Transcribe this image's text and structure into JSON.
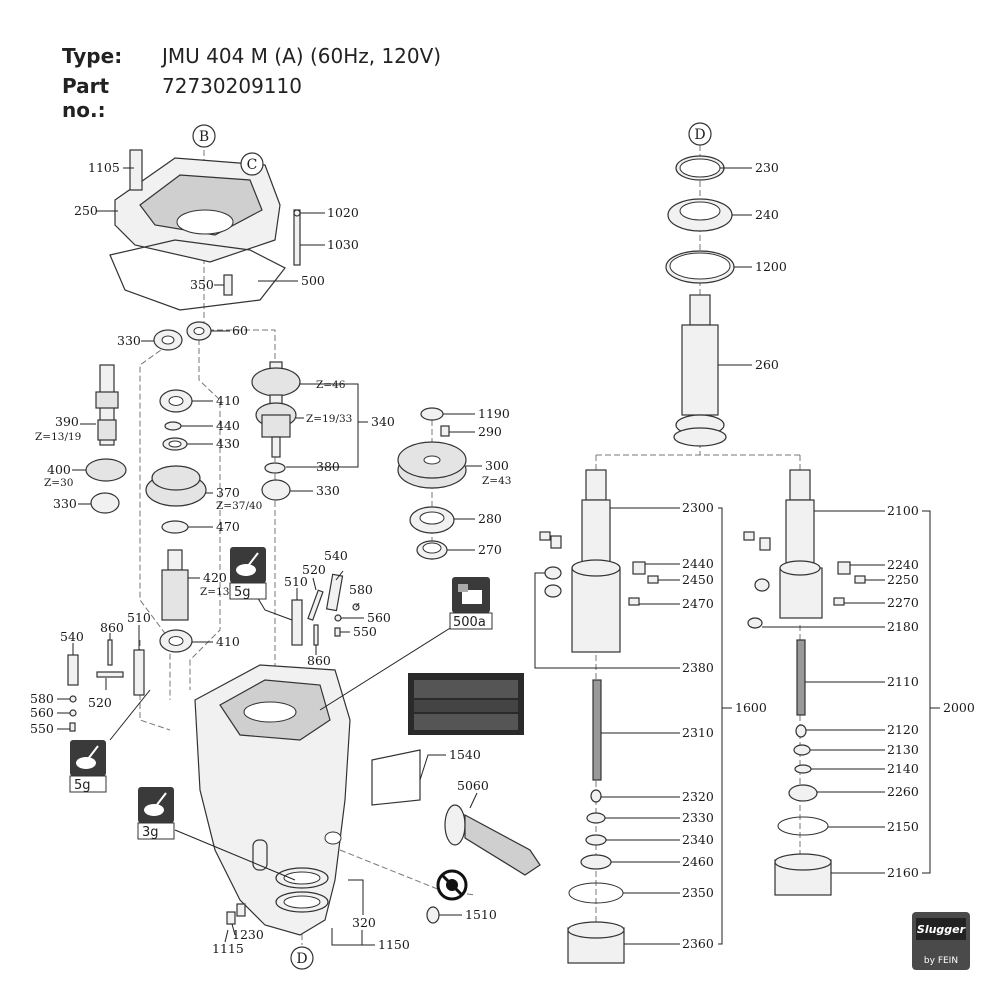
{
  "header": {
    "type_key": "Type:",
    "type_value": "JMU 404 M (A) (60Hz, 120V)",
    "part_key": "Part no.:",
    "part_value": "72730209110"
  },
  "circle_markers": [
    "B",
    "C",
    "D",
    "D"
  ],
  "labels": {
    "l1105": "1105",
    "l250": "250",
    "l1020": "1020",
    "l1030": "1030",
    "l500": "500",
    "l350": "350",
    "l330a": "330",
    "l60": "60",
    "l390": "390",
    "lz1319": "Z=13/19",
    "l410a": "410",
    "l440": "440",
    "l430": "430",
    "l400": "400",
    "lz30": "Z=30",
    "l330b": "330",
    "l370": "370",
    "lz3740": "Z=37/40",
    "l470": "470",
    "l420": "420",
    "lz13": "Z=13",
    "l410b": "410",
    "lz46": "Z=46",
    "lz1933": "Z=19/33",
    "l340": "340",
    "l380": "380",
    "l330c": "330",
    "l1190": "1190",
    "l290": "290",
    "l300": "300",
    "lz43": "Z=43",
    "l280": "280",
    "l270": "270",
    "l540a": "540",
    "l520a": "520",
    "l580a": "580",
    "l510a": "510",
    "l560a": "560",
    "l550a": "550",
    "l860a": "860",
    "l540b": "540",
    "l860b": "860",
    "l510b": "510",
    "l520b": "520",
    "l580b": "580",
    "l560b": "560",
    "l550b": "550",
    "l1540": "1540",
    "l5060": "5060",
    "l1510": "1510",
    "l320": "320",
    "l1150": "1150",
    "l1230": "1230",
    "l1115": "1115",
    "l230": "230",
    "l240": "240",
    "l1200": "1200",
    "l260": "260",
    "l2300": "2300",
    "l2440": "2440",
    "l2450": "2450",
    "l2470": "2470",
    "l2380": "2380",
    "l2310": "2310",
    "l2320": "2320",
    "l2330": "2330",
    "l2340": "2340",
    "l2460": "2460",
    "l2350": "2350",
    "l2360": "2360",
    "l1600": "1600",
    "l2100": "2100",
    "l2240": "2240",
    "l2250": "2250",
    "l2270": "2270",
    "l2180": "2180",
    "l2110": "2110",
    "l2120": "2120",
    "l2130": "2130",
    "l2140": "2140",
    "l2260": "2260",
    "l2150": "2150",
    "l2160": "2160",
    "l2000": "2000"
  },
  "badges": {
    "grease_5g_a": "5g",
    "grease_5g_b": "5g",
    "grease_3g": "3g",
    "grease_500a": "500a"
  },
  "logo": {
    "brand": "Slugger",
    "sub": "by FEIN"
  },
  "icons": {
    "grease": "grease-tub-icon",
    "no_grease": "no-grease-prohibited-icon"
  }
}
